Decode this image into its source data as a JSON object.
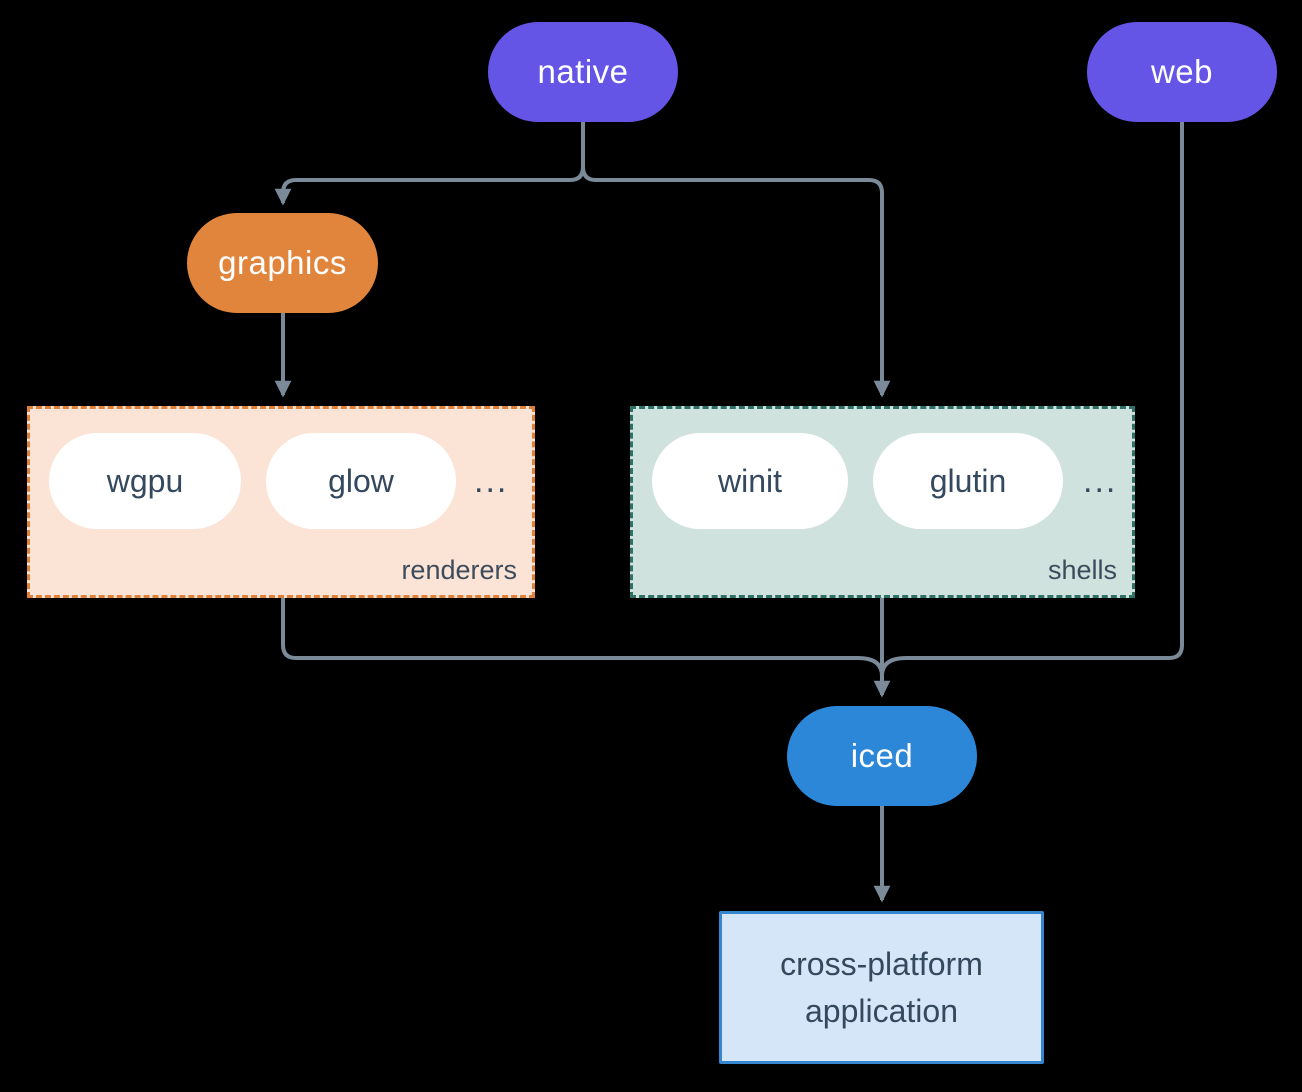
{
  "diagram": {
    "background_color": "#000000",
    "edge_color": "#7b8a99",
    "nodes": {
      "native": {
        "label": "native",
        "color": "#6455e6",
        "text_color": "#ffffff"
      },
      "web": {
        "label": "web",
        "color": "#6455e6",
        "text_color": "#ffffff"
      },
      "graphics": {
        "label": "graphics",
        "color": "#e2853c",
        "text_color": "#ffffff"
      },
      "iced": {
        "label": "iced",
        "color": "#2d87d8",
        "text_color": "#ffffff"
      },
      "application": {
        "label_line1": "cross-platform",
        "label_line2": "application",
        "bg_color": "#d5e6f8",
        "border_color": "#3585cf",
        "text_color": "#35495e"
      }
    },
    "groups": {
      "renderers": {
        "label": "renderers",
        "items": [
          "wgpu",
          "glow"
        ],
        "ellipsis": "...",
        "bg_color": "#fbe4d6",
        "border_color": "#df8138",
        "item_text_color": "#35495e"
      },
      "shells": {
        "label": "shells",
        "items": [
          "winit",
          "glutin"
        ],
        "ellipsis": "...",
        "bg_color": "#d0e2dd",
        "border_color": "#2e7166",
        "item_text_color": "#35495e"
      }
    },
    "edges": [
      {
        "from": "native",
        "to": "graphics",
        "arrow": true
      },
      {
        "from": "native",
        "to": "shells",
        "arrow": true
      },
      {
        "from": "graphics",
        "to": "renderers",
        "arrow": true
      },
      {
        "from": "renderers",
        "to": "iced",
        "arrow": true
      },
      {
        "from": "shells",
        "to": "iced",
        "arrow": true
      },
      {
        "from": "web",
        "to": "iced",
        "arrow": true
      },
      {
        "from": "iced",
        "to": "application",
        "arrow": true
      }
    ]
  }
}
